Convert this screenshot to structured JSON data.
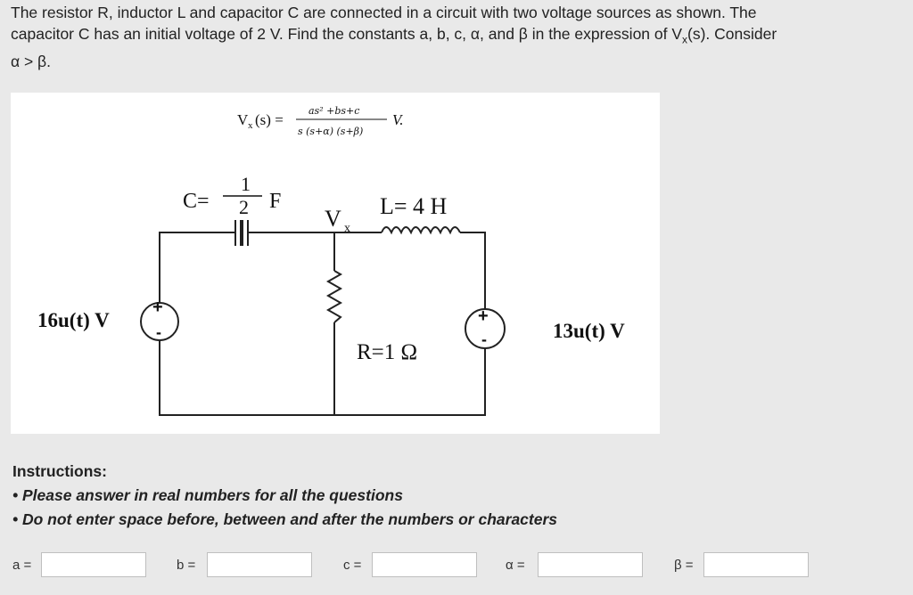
{
  "question": {
    "line1": "The resistor R, inductor L and capacitor C are connected in a circuit with two voltage sources as shown. The",
    "line2_pre": "capacitor C has an initial voltage of 2 V. Find the constants a, b, c, α, and β in the expression of V",
    "line2_sub": "x",
    "line2_post": "(s). Consider",
    "line3": "α > β."
  },
  "formula": {
    "lhs": "V",
    "lhs_sub": "x",
    "lhs_arg": "(s) =",
    "numerator": "as² +bs+c",
    "denominator": "s (s+α) (s+β)",
    "unit": "V."
  },
  "circuit": {
    "capacitor_prefix": "C=",
    "capacitor_num": "1",
    "capacitor_den": "2",
    "capacitor_unit": "F",
    "node_label": "V",
    "node_sub": "x",
    "inductor_label": "L= 4 H",
    "resistor_label": "R=1 Ω",
    "source_left_label": "16u(t) V",
    "source_right_label": "13u(t) V",
    "plus": "+",
    "minus": "-"
  },
  "instructions": {
    "title": "Instructions:",
    "items": [
      "• Please answer in real numbers for all the questions",
      "• Do not enter space before, between and after the numbers or characters"
    ]
  },
  "answers": [
    {
      "label": "a =",
      "value": ""
    },
    {
      "label": "b =",
      "value": ""
    },
    {
      "label": "c =",
      "value": ""
    },
    {
      "label": "α =",
      "value": ""
    },
    {
      "label": "β =",
      "value": ""
    }
  ]
}
